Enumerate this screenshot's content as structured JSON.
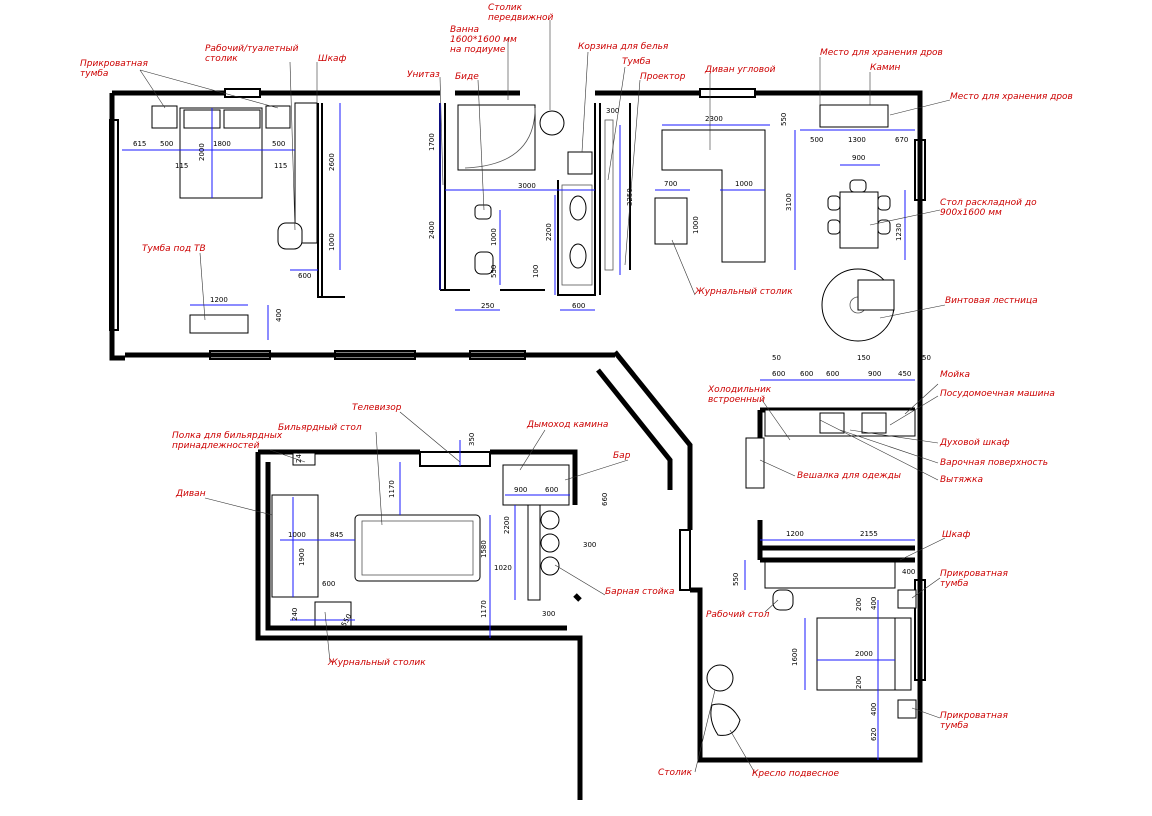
{
  "labels": {
    "tv_stand_bed": "Прикроватная\nтумба",
    "desk_vanity": "Рабочий/туалетный\nстолик",
    "wardrobe1": "Шкаф",
    "toilet": "Унитаз",
    "bidet": "Биде",
    "bath": "Ванна\n1600*1600 мм\nна подиуме",
    "mobile_table": "Столик\nпередвижной",
    "laundry_basket": "Корзина для белья",
    "cabinet": "Тумба",
    "projector": "Проектор",
    "corner_sofa": "Диван угловой",
    "wood_storage1": "Место для хранения дров",
    "fireplace": "Камин",
    "wood_storage2": "Место для хранения дров",
    "folding_table": "Стол раскладной до\n900х1600 мм",
    "tv_cabinet": "Тумба под ТВ",
    "coffee_table1": "Журнальный столик",
    "spiral_stair": "Винтовая лестница",
    "fridge": "Холодильник\nвстроенный",
    "sink": "Мойка",
    "dishwasher": "Посудомоечная машина",
    "oven": "Духовой шкаф",
    "cooktop": "Варочная поверхность",
    "hood": "Вытяжка",
    "coat_hanger": "Вешалка для одежды",
    "billiard_shelf": "Полка для бильярдных\nпринадлежностей",
    "billiard_table": "Бильярдный стол",
    "tv": "Телевизор",
    "chimney": "Дымоход камина",
    "bar": "Бар",
    "sofa": "Диван",
    "bar_stool": "Барная стойка",
    "coffee_table2": "Журнальный столик",
    "wardrobe2": "Шкаф",
    "desk": "Рабочий стол",
    "nightstand2": "Прикроватная\nтумба",
    "nightstand3": "Прикроватная\nтумба",
    "side_table": "Столик",
    "hanging_chair": "Кресло подвесное"
  },
  "dimensions": {
    "d615": "615",
    "d500a": "500",
    "d1800": "1800",
    "d500b": "500",
    "d2000": "2000",
    "d115a": "115",
    "d115b": "115",
    "d2600": "2600",
    "d1000a": "1000",
    "d600a": "600",
    "d1200a": "1200",
    "d400a": "400",
    "d1700": "1700",
    "d2400": "2400",
    "d3000": "3000",
    "d1000b": "1000",
    "d550a": "550",
    "d250": "250",
    "d2200a": "2200",
    "d100": "100",
    "d600b": "600",
    "d300a": "300",
    "d3250": "3250",
    "d2300": "2300",
    "d550b": "550",
    "d700": "700",
    "d1000c": "1000",
    "d1000d": "1000",
    "d3100": "3100",
    "d500c": "500",
    "d1300": "1300",
    "d670": "670",
    "d900": "900",
    "d1230": "1230",
    "d50a": "50",
    "d600c": "600",
    "d600d": "600",
    "d600e": "600",
    "d150": "150",
    "d900b": "900",
    "d450": "450",
    "d50b": "50",
    "d350": "350",
    "d240a": "240",
    "d1170a": "1170",
    "d900c": "900",
    "d600f": "600",
    "d660": "660",
    "d1000e": "1000",
    "d845": "845",
    "d1900": "1900",
    "d1580": "1580",
    "d2200b": "2200",
    "d1020": "1020",
    "d300b": "300",
    "d1170b": "1170",
    "d300c": "300",
    "d600g": "600",
    "d240b": "240",
    "d550c": "550",
    "d1200b": "1200",
    "d2155": "2155",
    "d550d": "550",
    "d400b": "400",
    "d200a": "200",
    "d400c": "400",
    "d1600": "1600",
    "d2000b": "2000",
    "d200b": "200",
    "d400d": "400",
    "d620": "620"
  }
}
